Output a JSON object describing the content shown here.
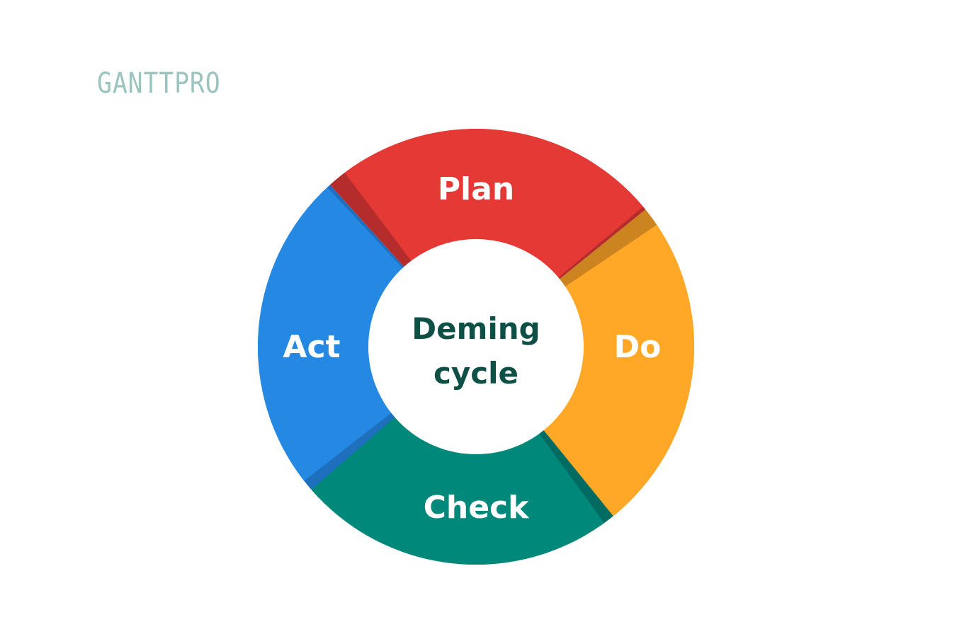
{
  "logo": {
    "text": "GANTTPRO",
    "color": "#9cc4bf"
  },
  "center": {
    "line1": "Deming",
    "line2": "cycle",
    "color": "#0f5046"
  },
  "segments": [
    {
      "key": "plan",
      "label": "Plan",
      "color": "#e53935",
      "shade": "#b52c2c"
    },
    {
      "key": "do",
      "label": "Do",
      "color": "#ffa726",
      "shade": "#cc8420"
    },
    {
      "key": "check",
      "label": "Check",
      "color": "#00897b",
      "shade": "#006b60"
    },
    {
      "key": "act",
      "label": "Act",
      "color": "#2589e3",
      "shade": "#1e6fbd"
    }
  ]
}
